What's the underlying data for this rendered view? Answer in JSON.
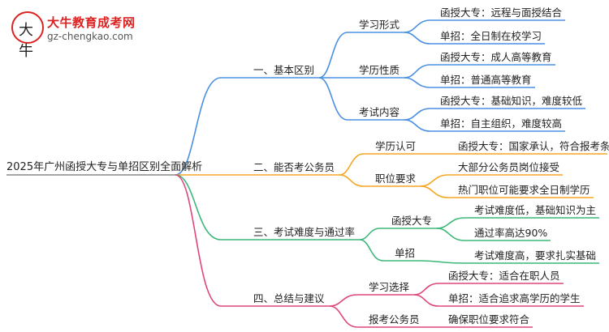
{
  "logo": {
    "site_name": "大牛教育成考网",
    "url": "gz-chengkao.com",
    "mark_text": "大牛"
  },
  "root": "2025年广州函授大专与单招区别全面解析",
  "branches": [
    {
      "label": "一、基本区别",
      "color": "#4a90e2",
      "children": [
        {
          "label": "学习形式",
          "children": [
            "函授大专：远程与面授结合",
            "单招：全日制在校学习"
          ]
        },
        {
          "label": "学历性质",
          "children": [
            "函授大专：成人高等教育",
            "单招：普通高等教育"
          ]
        },
        {
          "label": "考试内容",
          "children": [
            "函授大专：基础知识，难度较低",
            "单招：自主组织，难度较高"
          ]
        }
      ]
    },
    {
      "label": "二、能否考公务员",
      "color": "#f5a623",
      "children": [
        {
          "label": "学历认可",
          "children": [
            "函授大专：国家承认，符合报考条件"
          ]
        },
        {
          "label": "职位要求",
          "children": [
            "大部分公务员岗位接受",
            "热门职位可能要求全日制学历"
          ]
        }
      ]
    },
    {
      "label": "三、考试难度与通过率",
      "color": "#3cb878",
      "children": [
        {
          "label": "函授大专",
          "children": [
            "考试难度低，基础知识为主",
            "通过率高达90%"
          ]
        },
        {
          "label": "单招",
          "children": [
            "考试难度高，要求扎实基础"
          ]
        }
      ]
    },
    {
      "label": "四、总结与建议",
      "color": "#e0457b",
      "children": [
        {
          "label": "学习选择",
          "children": [
            "函授大专：适合在职人员",
            "单招：适合追求高学历的学生"
          ]
        },
        {
          "label": "报考公务员",
          "children": [
            "确保职位要求符合"
          ]
        }
      ]
    }
  ]
}
